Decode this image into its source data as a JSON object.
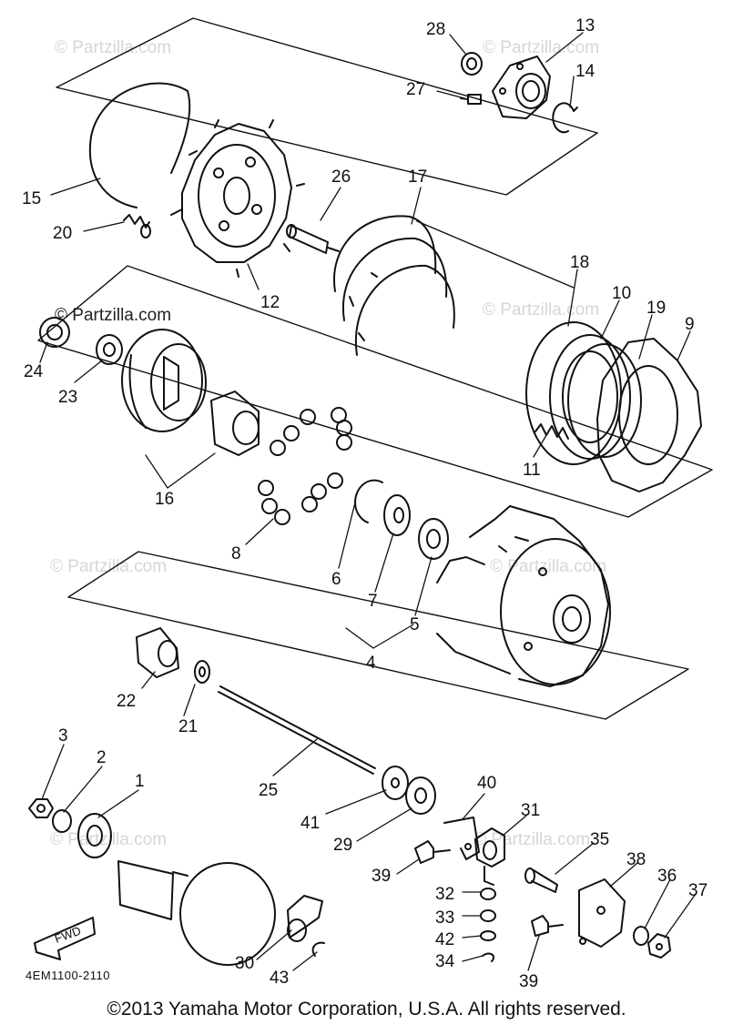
{
  "watermark": {
    "text": "© Partzilla.com"
  },
  "diagram": {
    "code": "4EM1100-2110",
    "fwd_label": "FWD",
    "callouts": {
      "c1": "1",
      "c2": "2",
      "c3": "3",
      "c4": "4",
      "c5": "5",
      "c6": "6",
      "c7": "7",
      "c8": "8",
      "c9": "9",
      "c10": "10",
      "c11": "11",
      "c12": "12",
      "c13": "13",
      "c14": "14",
      "c15": "15",
      "c16": "16",
      "c17": "17",
      "c18": "18",
      "c19": "19",
      "c20": "20",
      "c21": "21",
      "c22": "22",
      "c23": "23",
      "c24": "24",
      "c25": "25",
      "c26": "26",
      "c27": "27",
      "c28": "28",
      "c29": "29",
      "c30": "30",
      "c31": "31",
      "c32": "32",
      "c33": "33",
      "c34": "34",
      "c35": "35",
      "c36": "36",
      "c37": "37",
      "c38": "38",
      "c39a": "39",
      "c39b": "39",
      "c40": "40",
      "c41": "41",
      "c42": "42",
      "c43": "43"
    }
  },
  "footer": {
    "copyright": "©2013  Yamaha Motor Corporation, U.S.A. All rights reserved."
  }
}
